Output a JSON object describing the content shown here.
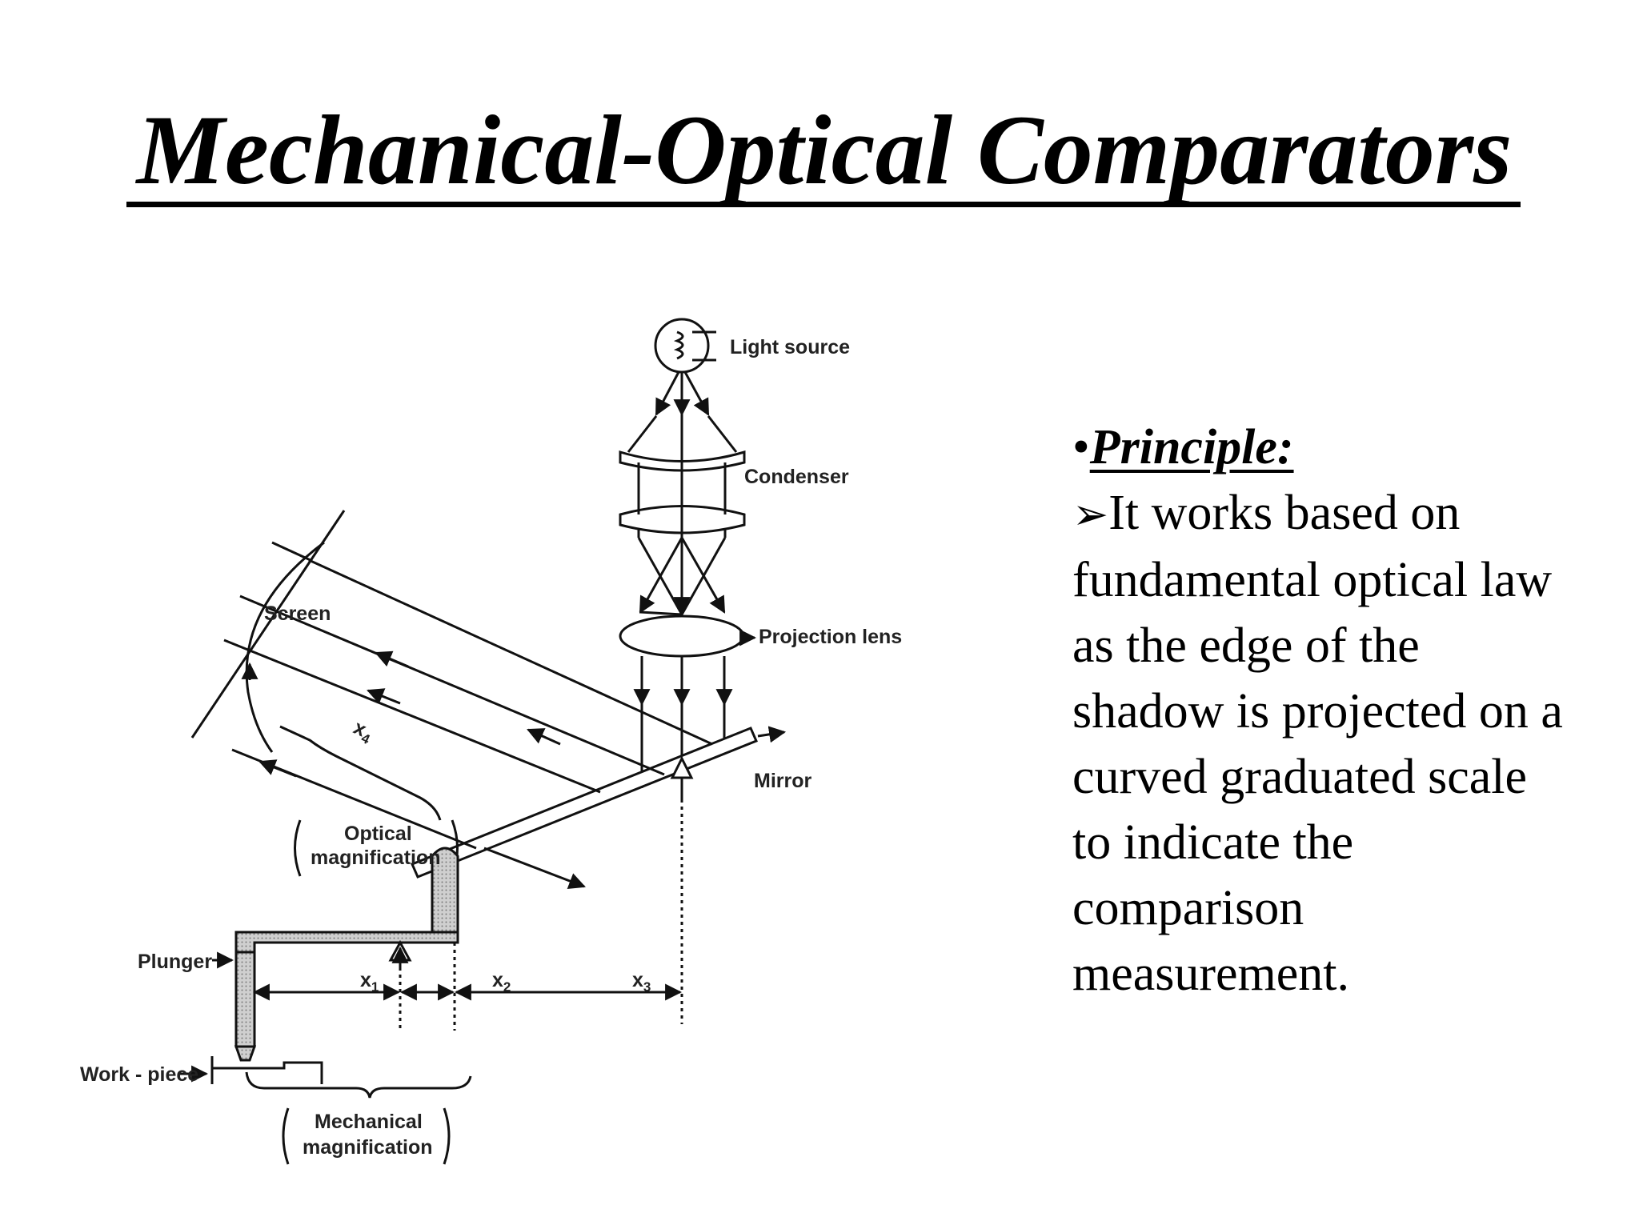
{
  "title": "Mechanical-Optical Comparators",
  "principle": {
    "bullet": "•",
    "heading": "Principle:",
    "arrow": "➢",
    "lines": [
      "It works based on",
      "fundamental optical law",
      "as the edge of the",
      "shadow is projected on a",
      "curved graduated scale",
      "to indicate the",
      "comparison",
      "measurement."
    ]
  },
  "diagram": {
    "labels": {
      "light_source": "Light source",
      "condenser": "Condenser",
      "projection_lens": "Projection lens",
      "screen": "Screen",
      "mirror": "Mirror",
      "optical_magnification": [
        "Optical",
        "magnification"
      ],
      "plunger": "Plunger",
      "work_piece": "Work - piece",
      "mechanical_magnification": [
        "Mechanical",
        "magnification"
      ],
      "x": "x",
      "x1_sub": "1",
      "x2_sub": "2",
      "x3_sub": "3",
      "x4_sub": "4"
    }
  }
}
